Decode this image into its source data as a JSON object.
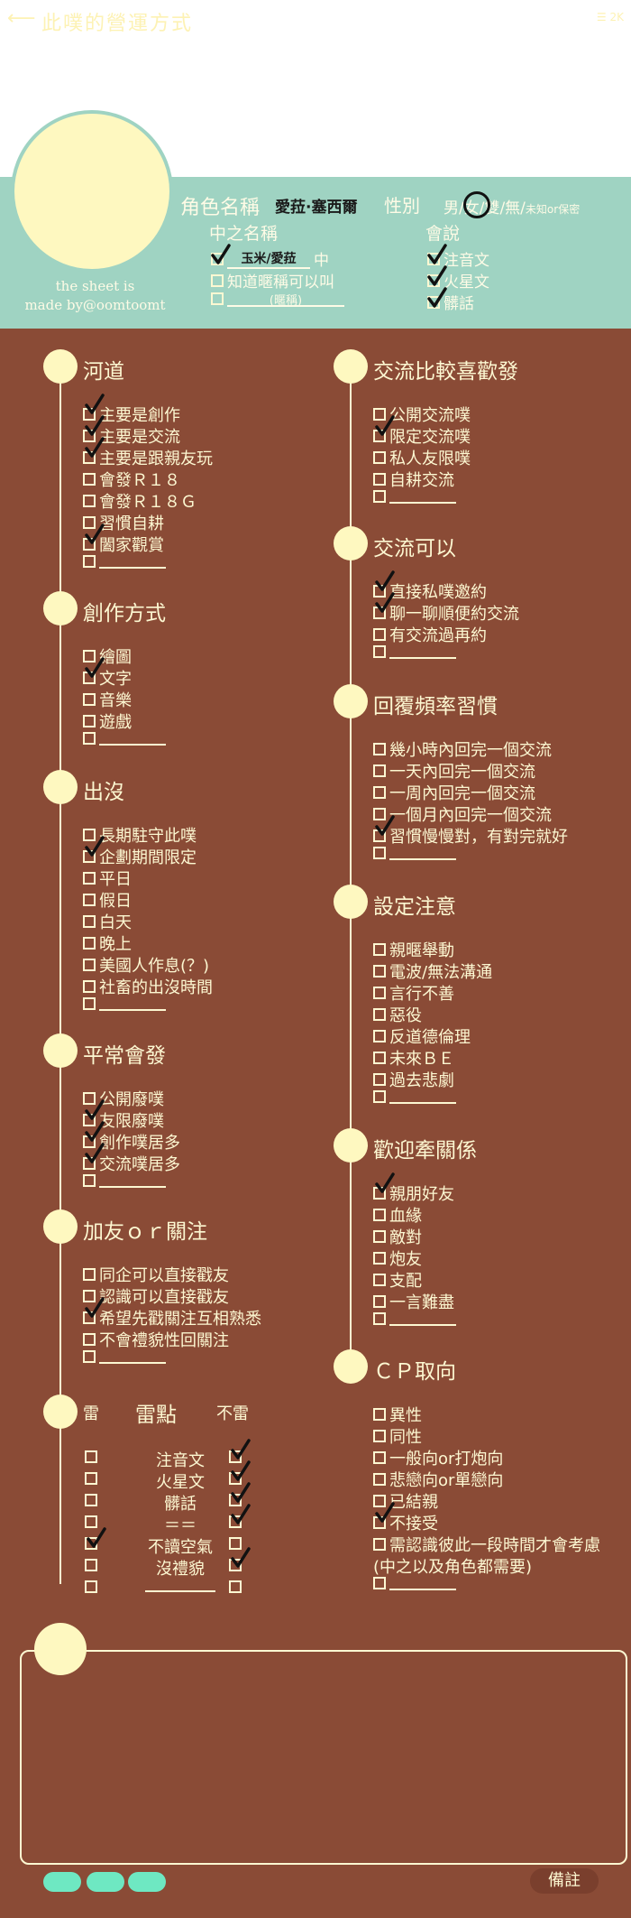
{
  "header": {
    "back_icon": "back-arrow-icon",
    "title": "此噗的營運方式",
    "top_right": "☰ 2K"
  },
  "profile": {
    "credit_line1": "the sheet is",
    "credit_line2": "made by@oomtoomt",
    "name_label": "角色名稱",
    "name_value": "愛菈·塞西爾",
    "gender_label": "性別",
    "gender_opts": "男/女/雙/無/",
    "gender_small": "未知or保密"
  },
  "chinese_name": {
    "title": "中之名稱",
    "opt1": "玉米/愛菈",
    "opt1_suffix": "中",
    "opt2": "知道暱稱可以叫",
    "opt3_hint": "(暱稱)"
  },
  "speaks": {
    "title": "會說",
    "items": [
      "注音文",
      "火星文",
      "髒話"
    ]
  },
  "sections": {
    "river": {
      "title": "河道",
      "items": [
        "主要是創作",
        "主要是交流",
        "主要是跟親友玩",
        "會發Ｒ１８",
        "會發Ｒ１８Ｇ",
        "習慣自耕",
        "闔家觀賞"
      ]
    },
    "create": {
      "title": "創作方式",
      "items": [
        "繪圖",
        "文字",
        "音樂",
        "遊戲"
      ]
    },
    "appear": {
      "title": "出沒",
      "items": [
        "長期駐守此噗",
        "企劃期間限定",
        "平日",
        "假日",
        "白天",
        "晚上",
        "美國人作息(？)",
        "社畜的出沒時間"
      ]
    },
    "usual": {
      "title": "平常會發",
      "items": [
        "公開廢噗",
        "友限廢噗",
        "創作噗居多",
        "交流噗居多"
      ]
    },
    "friend": {
      "title": "加友ｏｒ關注",
      "items": [
        "同企可以直接戳友",
        "認識可以直接戳友",
        "希望先戳關注互相熟悉",
        "不會禮貌性回關注"
      ]
    },
    "exchange_pref": {
      "title": "交流比較喜歡發",
      "items": [
        "公開交流噗",
        "限定交流噗",
        "私人友限噗",
        "自耕交流"
      ]
    },
    "exchange_ok": {
      "title": "交流可以",
      "items": [
        "直接私噗邀約",
        "聊一聊順便約交流",
        "有交流過再約"
      ]
    },
    "reply": {
      "title": "回覆頻率習慣",
      "items": [
        "幾小時內回完一個交流",
        "一天內回完一個交流",
        "一周內回完一個交流",
        "一個月內回完一個交流",
        "習慣慢慢對，有對完就好"
      ]
    },
    "settings": {
      "title": "設定注意",
      "items": [
        "親暱舉動",
        "電波/無法溝通",
        "言行不善",
        "惡役",
        "反道德倫理",
        "未來ＢＥ",
        "過去悲劇"
      ]
    },
    "relation": {
      "title": "歡迎牽關係",
      "items": [
        "親朋好友",
        "血緣",
        "敵對",
        "炮友",
        "支配",
        "一言難盡"
      ]
    },
    "cp": {
      "title": "ＣＰ取向",
      "items": [
        "異性",
        "同性",
        "一般向or打炮向",
        "悲戀向or單戀向",
        "已結親",
        "不接受",
        "需認識彼此一段時間才會考慮",
        "(中之以及角色都需要)"
      ]
    }
  },
  "mines": {
    "col_left": "雷",
    "title": "雷點",
    "col_right": "不雷",
    "rows": [
      "注音文",
      "火星文",
      "髒話",
      "＝＝",
      "不讀空氣",
      "沒禮貌"
    ]
  },
  "footer": {
    "note_label": "備註"
  },
  "colors": {
    "background": "#8a4b36",
    "banner": "#9fd3c2",
    "cream": "#fef8c0",
    "accent": "#6ee8c2"
  }
}
